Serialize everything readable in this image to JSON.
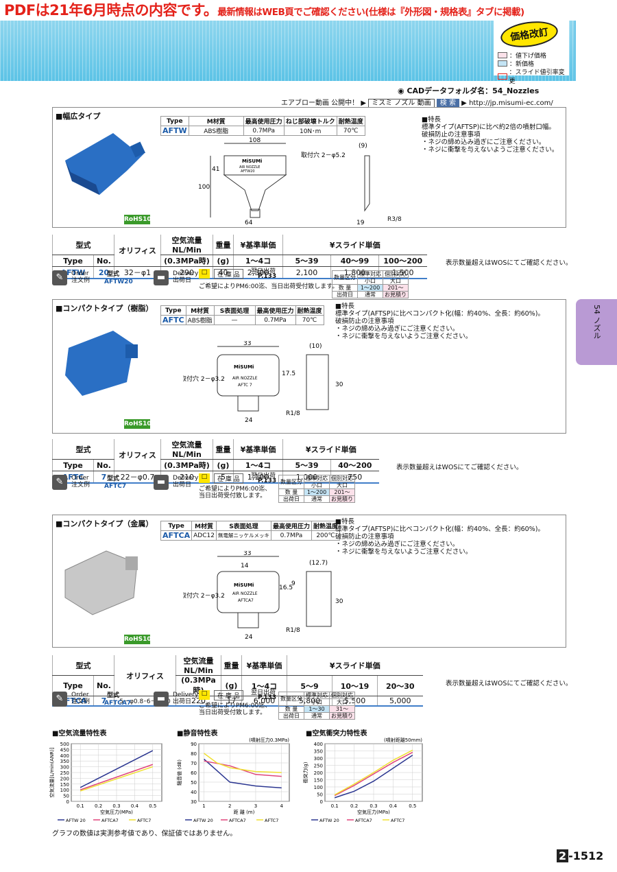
{
  "banner": {
    "big": "PDFは21年6月時点の内容です。",
    "small": "最新情報はWEB頁でご確認ください(仕様は『外形図・規格表』タブに掲載)"
  },
  "revision": {
    "stamp": "価格改訂",
    "legend": [
      "：値下げ価格",
      "：新価格",
      "：スライド値引率変更"
    ],
    "legend_colors": [
      "#fbe1ea",
      "#c4e4f5",
      "#ffffff"
    ],
    "legend_border3": "#e4221a"
  },
  "cad": {
    "text": "CADデータフォルダ名：54_Nozzles"
  },
  "airblow": {
    "label": "エアブロー動画 公開中！",
    "b1": "ミスミ ノズル 動画",
    "b2": "検 索",
    "url": "http://jp.misumi-ec.com/"
  },
  "side": {
    "tab": "54 ノズル"
  },
  "sections": [
    {
      "title": "■幅広タイプ",
      "rohs": "RoHS10",
      "mat": {
        "headers": [
          "Type",
          "M材質",
          "最高使用圧力",
          "ねじ部破壊トルク",
          "耐熱温度"
        ],
        "values": [
          "AFTW",
          "ABS樹脂",
          "0.7MPa",
          "10N･m",
          "70℃"
        ]
      },
      "feat": "■特長\n標準タイプ(AFTSP)に比べ約2倍の噴射口幅。\n破損防止の注意事項\n・ネジの締め込み過ぎにご注意ください。\n・ネジに衝撃を与えないようご注意ください。",
      "dims": {
        "w": "108",
        "h": "100",
        "h2": "41",
        "d": "(9)",
        "b": "64",
        "t": "19",
        "hole": "取付穴\n2－φ5.2",
        "thread": "R3/8",
        "logo": "MiSUMi",
        "label1": "AIR NOZZLE",
        "label2": "AFTW20"
      }
    },
    {
      "title": "■コンパクトタイプ（樹脂）",
      "rohs": "RoHS10",
      "mat": {
        "headers": [
          "Type",
          "M材質",
          "S表面処理",
          "最高使用圧力",
          "耐熱温度"
        ],
        "values": [
          "AFTC",
          "ABS樹脂",
          "—",
          "0.7MPa",
          "70℃"
        ]
      },
      "feat": "■特長\n標準タイプ(AFTSP)に比べコンパクト化(幅：約40%、全長：約60%)。\n破損防止の注意事項\n・ネジの締め込み過ぎにご注意ください。\n・ネジに衝撃を与えないようご注意ください。",
      "dims": {
        "w": "33",
        "h": "30",
        "h2": "17.5",
        "d": "(10)",
        "b": "24",
        "hole": "取付穴\n2－φ3.2",
        "thread": "R1/8",
        "logo": "MiSUMi",
        "label1": "AIR NOZZLE",
        "label2": "AFTC 7"
      }
    },
    {
      "title": "■コンパクトタイプ（金属）",
      "rohs": "RoHS10",
      "mat": {
        "headers": [
          "Type",
          "M材質",
          "S表面処理",
          "最高使用圧力",
          "耐熱温度"
        ],
        "values": [
          "AFTCA",
          "ADC12",
          "無電解ニッケルメッキ",
          "0.7MPa",
          "200℃"
        ]
      },
      "feat": "■特長\n標準タイプ(AFTSP)に比べコンパクト化(幅：約40%、全長：約60%)。\n破損防止の注意事項\n・ネジの締め込み過ぎにご注意ください。\n・ネジに衝撃を与えないようご注意ください。",
      "dims": {
        "w": "33",
        "w2": "14",
        "h": "30",
        "h2": "16.5",
        "h3": "9",
        "d": "(12.7)",
        "b": "24",
        "hole": "取付穴\n2－φ3.2",
        "thread": "R1/8",
        "logo": "MiSUMi",
        "label1": "AIR NOZZLE",
        "label2": "AFTCA7"
      }
    }
  ],
  "prices": [
    {
      "h1": [
        "型式",
        "オリフィス",
        "空気流量NL/Min",
        "重量",
        "¥基準単価",
        "¥スライド単価"
      ],
      "h2": [
        "Type",
        "No.",
        "(0.3MPa時)",
        "(g)",
        "1～4コ",
        "5～39",
        "40～99",
        "100～200"
      ],
      "row": [
        "AFTW",
        "20",
        "32－φ1",
        "290",
        "40",
        "2,300",
        "2,100",
        "1,800",
        "1,500"
      ],
      "note": "表示数量超えはWOSにてご確認ください。",
      "order": {
        "l1": "Order",
        "l2": "注文例",
        "mk": "型式",
        "ex": "AFTW20",
        "d1": "Delivery",
        "d2": "出荷日",
        "stock": "在 庫 品",
        "next": "翌日出荷",
        "page": "P.133",
        "desc": "ご希望によりPM6:00迄、当日出荷受付致します。"
      },
      "qty": {
        "h": [
          "数量区分",
          "標準対応",
          "個別対応"
        ],
        "s": [
          "小口",
          "大口"
        ],
        "r1": [
          "数 量",
          "1～200",
          "201～"
        ],
        "r2": [
          "出荷日",
          "通常",
          "お見積り"
        ]
      }
    },
    {
      "h1": [
        "型式",
        "オリフィス",
        "空気流量NL/Min",
        "重量",
        "¥基準単価",
        "¥スライド単価"
      ],
      "h2": [
        "Type",
        "No.",
        "(0.3MPa時)",
        "(g)",
        "1～4コ",
        "5～39",
        "40～200"
      ],
      "row": [
        "AFTC",
        "7",
        "22－φ0.7",
        "210",
        "5",
        "1,100",
        "1,000",
        "750"
      ],
      "note": "表示数量超えはWOSにてご確認ください。",
      "order": {
        "l1": "Order",
        "l2": "注文例",
        "mk": "型式",
        "ex": "AFTC7",
        "d1": "Delivery",
        "d2": "出荷日",
        "stock": "在 庫 品",
        "next": "翌日出荷",
        "page": "P.133",
        "desc": "ご希望によりPM6:00迄、\n当日出荷受付致します。"
      },
      "qty": {
        "h": [
          "数量区分",
          "標準対応",
          "個別対応"
        ],
        "s": [
          "小口",
          "大口"
        ],
        "r1": [
          "数 量",
          "1～200",
          "201～"
        ],
        "r2": [
          "出荷日",
          "通常",
          "お見積り"
        ]
      }
    },
    {
      "h1": [
        "型式",
        "オリフィス",
        "空気流量NL/Min",
        "重量",
        "¥基準単価",
        "¥スライド単価"
      ],
      "h2": [
        "Type",
        "No.",
        "(0.3MPa時)",
        "(g)",
        "1～4コ",
        "5～9",
        "10～19",
        "20～30"
      ],
      "row": [
        "AFTCA",
        "7",
        "5－φ0.8･6－φ1.0",
        "220",
        "17",
        "6,000",
        "5,800",
        "5,500",
        "5,000"
      ],
      "note": "表示数量超えはWOSにてご確認ください。",
      "order": {
        "l1": "Order",
        "l2": "注文例",
        "mk": "型式",
        "ex": "AFTCA7",
        "d1": "Delivery",
        "d2": "出荷日",
        "stock": "在 庫 品",
        "next": "翌日出荷",
        "page": "P.133",
        "desc": "ご希望によりPM6:00迄、\n当日出荷受付致します。"
      },
      "qty": {
        "h": [
          "数量区分",
          "標準対応",
          "個別対応"
        ],
        "s": [
          "小口",
          "大口"
        ],
        "r1": [
          "数 量",
          "1～30",
          "31～"
        ],
        "r2": [
          "出荷日",
          "通常",
          "お見積り"
        ]
      }
    }
  ],
  "chart_data": [
    {
      "type": "line",
      "title": "■空気流量特性表",
      "xlabel": "空気圧力(MPa)",
      "ylabel": "空気流量[L/min(ANR)]",
      "xlim": [
        0.05,
        0.55
      ],
      "ylim": [
        0,
        500
      ],
      "xticks": [
        "0.1",
        "0.2",
        "0.3",
        "0.4",
        "0.5"
      ],
      "yticks": [
        "0",
        "50",
        "100",
        "150",
        "200",
        "250",
        "300",
        "350",
        "400",
        "450",
        "500"
      ],
      "note": "",
      "series": [
        {
          "name": "AFTW 20",
          "color": "#2a3590",
          "x": [
            0.1,
            0.5
          ],
          "y": [
            120,
            440
          ]
        },
        {
          "name": "AFTCA7",
          "color": "#e0447a",
          "x": [
            0.1,
            0.5
          ],
          "y": [
            100,
            320
          ]
        },
        {
          "name": "AFTC7",
          "color": "#f0e030",
          "x": [
            0.1,
            0.5
          ],
          "y": [
            90,
            300
          ]
        }
      ]
    },
    {
      "type": "line",
      "title": "■静音特性表",
      "xlabel": "距 離 (m)",
      "ylabel": "騒音値 (dB)",
      "xlim": [
        0.8,
        4.3
      ],
      "ylim": [
        30,
        90
      ],
      "xticks": [
        "1",
        "2",
        "3",
        "4"
      ],
      "yticks": [
        "30",
        "40",
        "50",
        "60",
        "70",
        "80",
        "90"
      ],
      "note": "(噴射圧力0.3MPa)",
      "series": [
        {
          "name": "AFTW 20",
          "color": "#2a3590",
          "x": [
            1,
            1.5,
            2,
            3,
            4
          ],
          "y": [
            74,
            62,
            50,
            46,
            44
          ]
        },
        {
          "name": "AFTCA7",
          "color": "#e0447a",
          "x": [
            1,
            2,
            3,
            4
          ],
          "y": [
            72,
            67,
            58,
            56
          ]
        },
        {
          "name": "AFTC7",
          "color": "#f0e030",
          "x": [
            1,
            1.5,
            2,
            3,
            4
          ],
          "y": [
            80,
            70,
            65,
            61,
            60
          ]
        }
      ]
    },
    {
      "type": "line",
      "title": "■空気衝突力特性表",
      "xlabel": "空気圧力(MPa)",
      "ylabel": "衝突力(g)",
      "xlim": [
        0.05,
        0.55
      ],
      "ylim": [
        0,
        400
      ],
      "xticks": [
        "0.1",
        "0.2",
        "0.3",
        "0.4",
        "0.5"
      ],
      "yticks": [
        "0",
        "50",
        "100",
        "150",
        "200",
        "250",
        "300",
        "350",
        "400"
      ],
      "note": "(噴射距離50mm)",
      "series": [
        {
          "name": "AFTW 20",
          "color": "#2a3590",
          "x": [
            0.1,
            0.2,
            0.3,
            0.4,
            0.5
          ],
          "y": [
            25,
            70,
            140,
            230,
            320
          ]
        },
        {
          "name": "AFTCA7",
          "color": "#e0447a",
          "x": [
            0.1,
            0.2,
            0.3,
            0.4,
            0.5
          ],
          "y": [
            40,
            110,
            190,
            270,
            340
          ]
        },
        {
          "name": "AFTC7",
          "color": "#f0e030",
          "x": [
            0.1,
            0.2,
            0.3,
            0.4,
            0.5
          ],
          "y": [
            45,
            120,
            200,
            285,
            355
          ]
        }
      ]
    }
  ],
  "footnote": "グラフの数値は実測参考値であり、保証値ではありません。",
  "pagenum": {
    "p": "2",
    "n": "-1512"
  }
}
